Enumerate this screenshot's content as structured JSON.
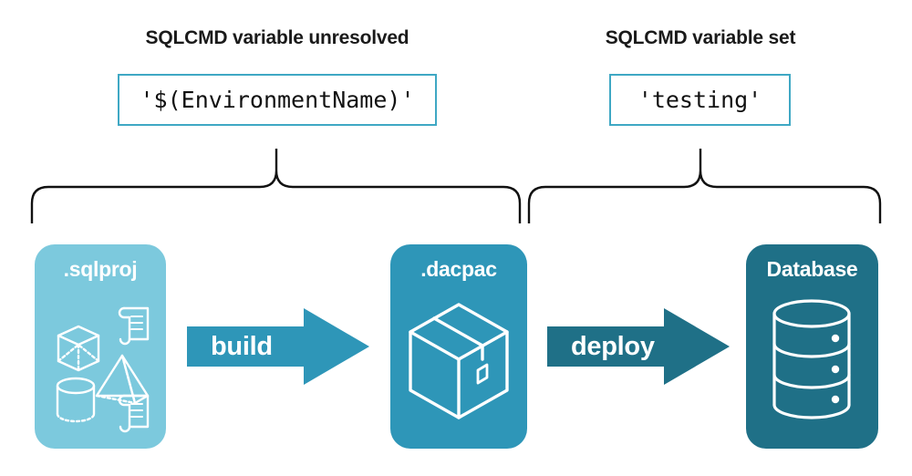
{
  "diagram": {
    "title_left": "SQLCMD variable unresolved",
    "title_right": "SQLCMD variable set",
    "code_left": "'$(EnvironmentName)'",
    "code_right": "'testing'",
    "colors": {
      "sqlproj": "#7CC9DD",
      "dacpac": "#2E96B8",
      "database": "#1F7087",
      "code_border": "#3FA8C4",
      "brace": "#111111",
      "text_dark": "#1a1a1a",
      "card_text": "#ffffff"
    },
    "cards": [
      {
        "label": ".sqlproj",
        "icons": "cube-pyramid-cylinder-scroll-icons"
      },
      {
        "label": ".dacpac",
        "icons": "package-box-icon"
      },
      {
        "label": "Database",
        "icons": "database-cylinder-icon"
      }
    ],
    "arrows": [
      {
        "label": "build",
        "color": "#2E96B8"
      },
      {
        "label": "deploy",
        "color": "#1F7087"
      }
    ],
    "braces": [
      {
        "name": "brace-build-scope",
        "covers": ".sqlproj → .dacpac"
      },
      {
        "name": "brace-deploy-scope",
        "covers": ".dacpac → Database"
      }
    ]
  }
}
